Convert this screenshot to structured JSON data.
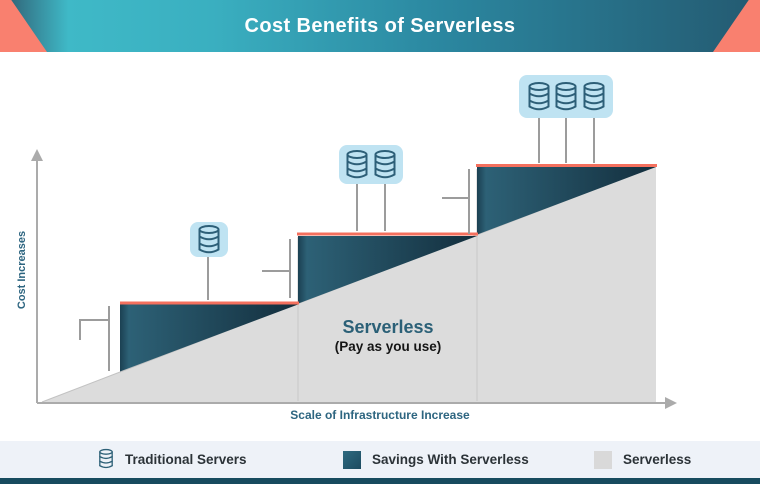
{
  "header": {
    "title": "Cost Benefits of Serverless"
  },
  "axes": {
    "y_label": "Cost Increases",
    "x_label": "Scale of Infrastructure Increase"
  },
  "serverless_area": {
    "label": "Serverless",
    "sublabel": "(Pay as you use)"
  },
  "steps": [
    {
      "name": "step-1",
      "servers": 1
    },
    {
      "name": "step-2",
      "servers": 2
    },
    {
      "name": "step-3",
      "servers": 3
    }
  ],
  "legend": {
    "items": [
      {
        "label": "Traditional Servers",
        "swatch": "server-icon"
      },
      {
        "label": "Savings With Serverless",
        "swatch": "#1d5a6f"
      },
      {
        "label": "Serverless",
        "swatch": "#d9d9d9"
      }
    ]
  },
  "colors": {
    "header_teal_light": "#3fb9c7",
    "header_teal_dark": "#245a71",
    "corner_coral": "#f9806f",
    "step_line_red": "#f4705e",
    "savings_teal_light": "#2d6176",
    "savings_teal_dark": "#132e3d",
    "serverless_gray": "#dcdcdc",
    "server_box_blue": "#bfe3f2",
    "accent_text_teal": "#2d6580",
    "legend_bg": "#eef2f8",
    "bottom_bar": "#174b5f"
  }
}
